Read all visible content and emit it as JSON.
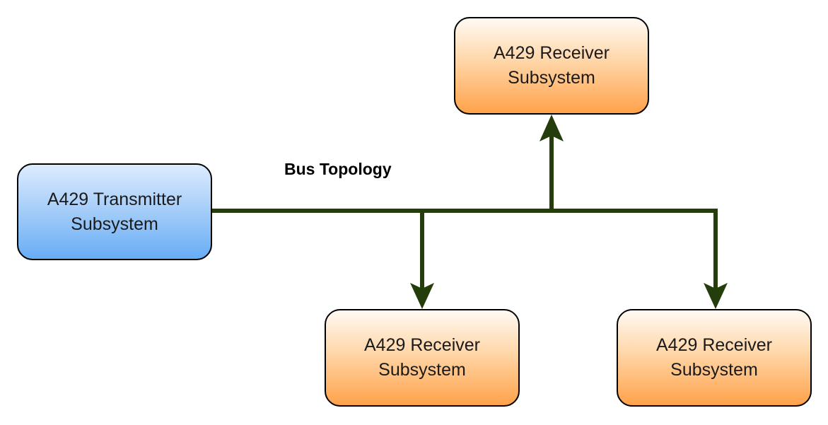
{
  "diagram": {
    "bus_label": "Bus Topology",
    "transmitter": {
      "line1": "A429 Transmitter",
      "line2": "Subsystem"
    },
    "receivers": [
      {
        "line1": "A429 Receiver",
        "line2": "Subsystem"
      },
      {
        "line1": "A429 Receiver",
        "line2": "Subsystem"
      },
      {
        "line1": "A429 Receiver",
        "line2": "Subsystem"
      }
    ]
  },
  "colors": {
    "bus_line": "#243d0a",
    "transmitter_fill_top": "#dcecff",
    "transmitter_fill_bottom": "#67adf5",
    "receiver_fill_top": "#fffaf3",
    "receiver_fill_bottom": "#ffa24a",
    "box_border": "#000000"
  }
}
